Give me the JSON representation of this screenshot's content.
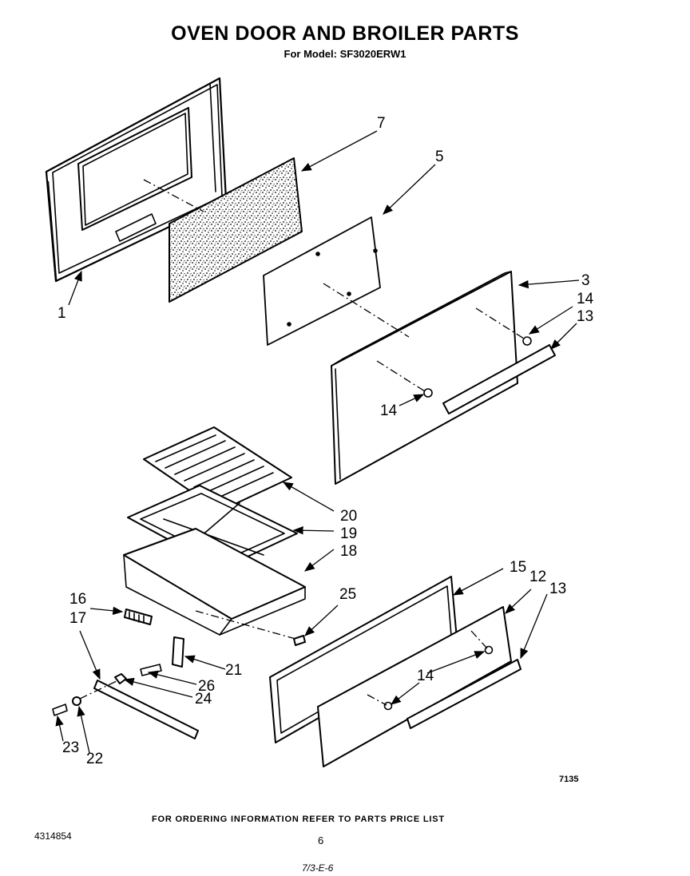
{
  "header": {
    "title": "OVEN DOOR AND BROILER PARTS",
    "subtitle": "For Model: SF3020ERW1"
  },
  "parts": [
    {
      "id": "p1",
      "label": "1"
    },
    {
      "id": "p3",
      "label": "3"
    },
    {
      "id": "p5",
      "label": "5"
    },
    {
      "id": "p7",
      "label": "7"
    },
    {
      "id": "p13a",
      "label": "13"
    },
    {
      "id": "p14a",
      "label": "14"
    },
    {
      "id": "p14b",
      "label": "14"
    },
    {
      "id": "p20",
      "label": "20"
    },
    {
      "id": "p19",
      "label": "19"
    },
    {
      "id": "p18",
      "label": "18"
    },
    {
      "id": "p16",
      "label": "16"
    },
    {
      "id": "p17",
      "label": "17"
    },
    {
      "id": "p25",
      "label": "25"
    },
    {
      "id": "p15",
      "label": "15"
    },
    {
      "id": "p12",
      "label": "12"
    },
    {
      "id": "p13b",
      "label": "13"
    },
    {
      "id": "p14c",
      "label": "14"
    },
    {
      "id": "p21",
      "label": "21"
    },
    {
      "id": "p26",
      "label": "26"
    },
    {
      "id": "p24",
      "label": "24"
    },
    {
      "id": "p23",
      "label": "23"
    },
    {
      "id": "p22",
      "label": "22"
    }
  ],
  "figure_number": "7135",
  "footer": {
    "ordering_note": "FOR ORDERING INFORMATION REFER TO PARTS PRICE LIST",
    "document_number": "4314854",
    "page_number": "6",
    "handwritten_note": "7/3-E-6"
  }
}
